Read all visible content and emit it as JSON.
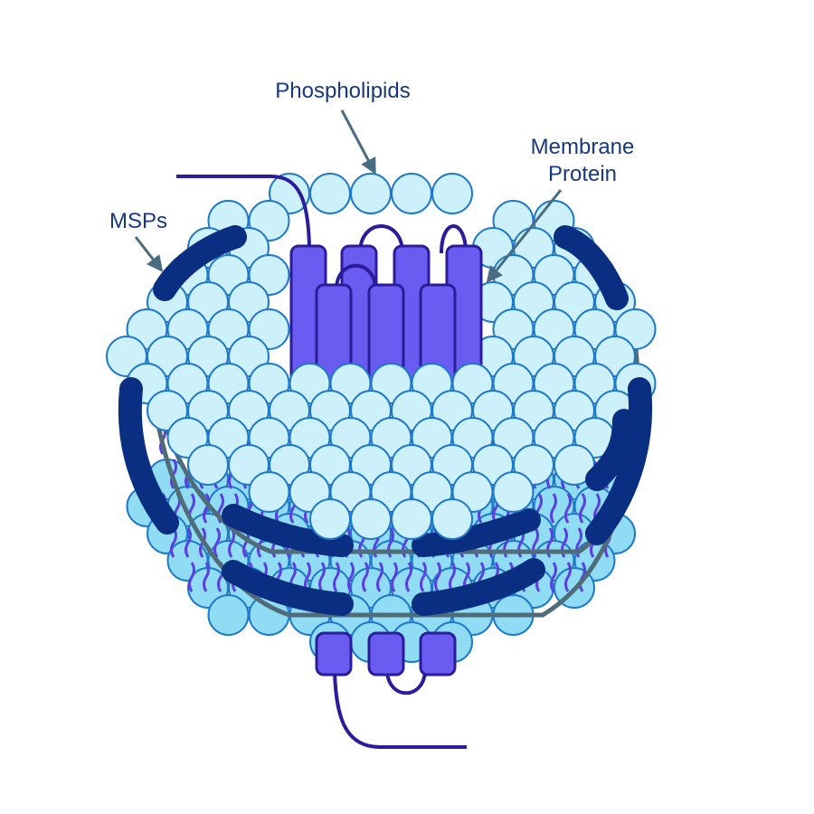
{
  "labels": {
    "phospholipids": "Phospholipids",
    "membrane_protein_line1": "Membrane",
    "membrane_protein_line2": "Protein",
    "msps": "MSPs"
  },
  "colors": {
    "background": "#ffffff",
    "label_text": "#17387d",
    "arrow": "#4a6c83",
    "lipid_head_top": "#cdf1fb",
    "lipid_head_bottom": "#8fdcf4",
    "lipid_head_stroke": "#1f78c9",
    "lipid_tail": "#5b3fe0",
    "msp_belt": "#0a2f82",
    "belt_line": "#4f6c78",
    "protein_fill": "#6a5cf0",
    "protein_stroke": "#2a1c9a",
    "protein_tail": "#2a1c9a"
  }
}
